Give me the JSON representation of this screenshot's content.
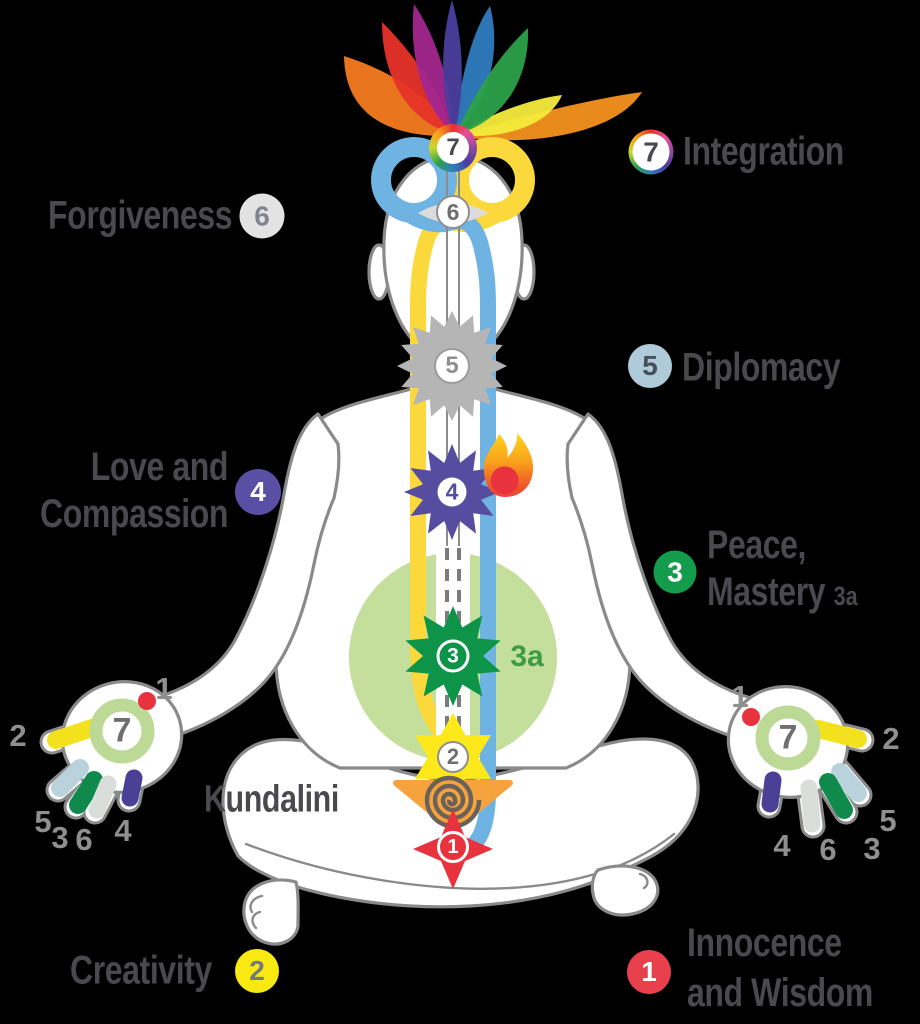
{
  "labels": {
    "integration": {
      "badge": "7",
      "text": "Integration"
    },
    "forgiveness": {
      "text": "Forgiveness",
      "badge": "6"
    },
    "diplomacy": {
      "badge": "5",
      "text": "Diplomacy"
    },
    "love_compassion": {
      "line1": "Love and",
      "line2": "Compassion",
      "badge": "4"
    },
    "peace_mastery": {
      "badge": "3",
      "line1": "Peace,",
      "line2": "Mastery",
      "line2_suffix": "3a"
    },
    "kundalini": {
      "text": "Kundalini"
    },
    "creativity": {
      "text": "Creativity",
      "badge": "2"
    },
    "innocence_wisdom": {
      "badge": "1",
      "line1": "Innocence",
      "line2": "and Wisdom"
    }
  },
  "chakras": {
    "crown": "7",
    "agnya": "6",
    "vishuddhi": "5",
    "heart": "4",
    "nabhi": "3",
    "void_region": "3a",
    "swadisthan": "2",
    "mooladhara": "1"
  },
  "hands": {
    "left": {
      "palm": "7",
      "dot": "1",
      "thumb": {
        "number": "2",
        "color": "#F4E11D"
      },
      "fingers": [
        {
          "number": "5",
          "color": "#B9D2DC"
        },
        {
          "number": "3",
          "color": "#0F8A4C"
        },
        {
          "number": "6",
          "color": "#DADEDA"
        },
        {
          "number": "4",
          "color": "#4B3F96"
        }
      ]
    },
    "right": {
      "palm": "7",
      "dot": "1",
      "thumb": {
        "number": "2",
        "color": "#F4E11D"
      },
      "fingers": [
        {
          "number": "5",
          "color": "#B9D2DC"
        },
        {
          "number": "3",
          "color": "#0F8A4C"
        },
        {
          "number": "6",
          "color": "#DADEDA"
        },
        {
          "number": "4",
          "color": "#4B3F96"
        }
      ]
    }
  },
  "colors": {
    "background": "#000000",
    "body_outline": "#8A8A8A",
    "left_channel_yellow": "#FBD93D",
    "right_channel_blue": "#6FB3E3",
    "center_channel_gray": "#8C8C8C",
    "label_text": "#4A4A4E",
    "hand_number_text": "#8F8F8F",
    "chakra6_lens_gray": "#DCDCDC",
    "chakra5_gray": "#B5B5B5",
    "chakra4_purple": "#564DA0",
    "chakra3_green": "#0E9448",
    "void_light_green": "#C4DF9B",
    "chakra2_yellow": "#FCE81B",
    "triangle_orange": "#F6A23D",
    "chakra1_red": "#E8333F",
    "palm_ring_green": "#BCDA96",
    "red_dot": "#E8333F",
    "badge_forgiveness_bg": "#E3E3E3",
    "badge_diplomacy_bg": "#AFCBDA",
    "badge_love_bg": "#5B4EA5",
    "badge_peace_bg": "#149C4D",
    "badge_creativity_bg": "#F9E912",
    "badge_innocence_bg": "#E8414D"
  }
}
